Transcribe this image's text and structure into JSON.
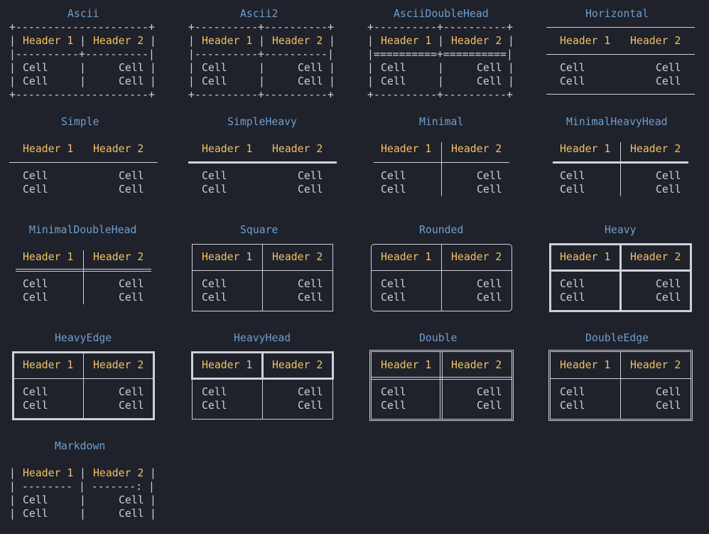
{
  "terminal": {
    "titles": [
      "Ascii",
      "Ascii2",
      "AsciiDoubleHead",
      "Horizontal",
      "Simple",
      "SimpleHeavy",
      "Minimal",
      "MinimalHeavyHead",
      "MinimalDoubleHead",
      "Square",
      "Rounded",
      "Heavy",
      "HeavyEdge",
      "HeavyHead",
      "Double",
      "DoubleEdge",
      "Markdown"
    ],
    "header_1": "Header 1",
    "header_2": "Header 2",
    "cell": "Cell",
    "ascii_lines": {
      "top": "+---------------------+",
      "sep_ascii": "|----------+----------|",
      "ascii2_edge": "+----------+----------+",
      "ascii2_sep": "|----------+----------|",
      "double_sep": "|==========+==========|",
      "markdown_sep": "| -------- | -------: |",
      "pipe": "|"
    }
  }
}
